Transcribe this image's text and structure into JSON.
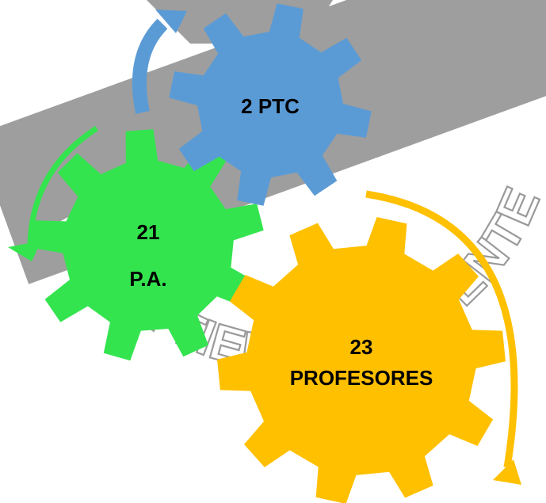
{
  "watermark": {
    "text": "DE LA TIERRA CALIENTE",
    "color": "#9e9e9e"
  },
  "gears": {
    "ptc": {
      "label": "2 PTC",
      "color": "#5b9bd5",
      "arrow_color": "#5b9bd5"
    },
    "pa": {
      "line1": "21",
      "line2": "P.A.",
      "color": "#34e44f",
      "arrow_color": "#34e44f"
    },
    "profesores": {
      "line1": "23",
      "line2": "PROFESORES",
      "color": "#ffc000",
      "arrow_color": "#ffc000"
    }
  }
}
